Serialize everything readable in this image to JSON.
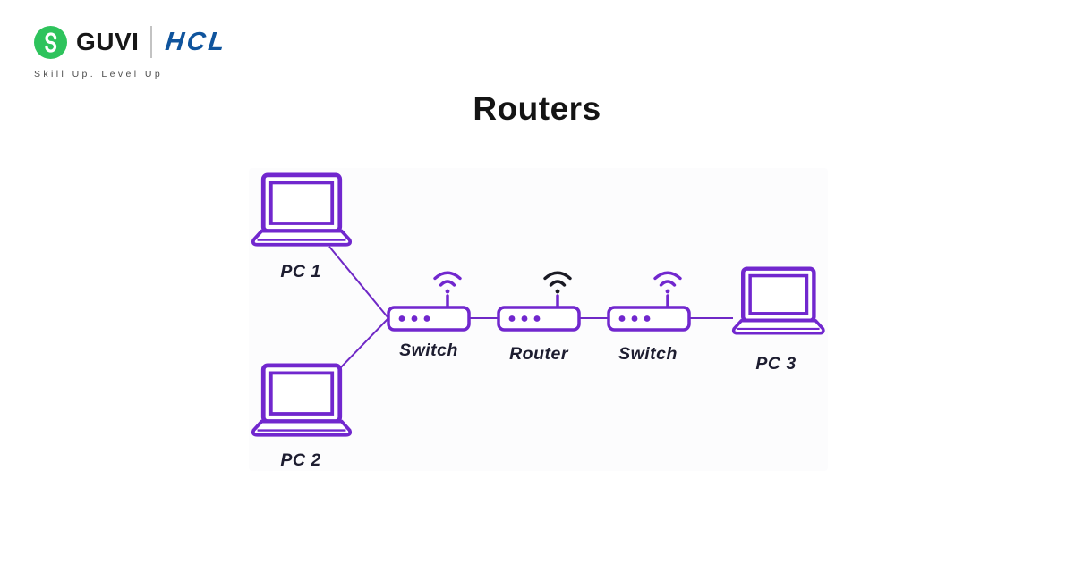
{
  "header": {
    "brand": {
      "guvi": "GUVI",
      "hcl": "HCL",
      "tagline": "Skill Up. Level Up"
    },
    "colors": {
      "guvi_green": "#2EC35C",
      "hcl_blue": "#0F549D"
    }
  },
  "title": "Routers",
  "diagram": {
    "colors": {
      "device_purple": "#7127CE",
      "line_purple": "#6F28C6",
      "router_wifi_black": "#1A1A24",
      "label_dark": "#1D1D30"
    },
    "nodes": {
      "pc1": {
        "label": "PC 1",
        "type": "laptop"
      },
      "pc2": {
        "label": "PC 2",
        "type": "laptop"
      },
      "switch1": {
        "label": "Switch",
        "type": "switch",
        "wifi_color": "purple"
      },
      "router": {
        "label": "Router",
        "type": "router",
        "wifi_color": "black"
      },
      "switch2": {
        "label": "Switch",
        "type": "switch",
        "wifi_color": "purple"
      },
      "pc3": {
        "label": "PC 3",
        "type": "laptop"
      }
    },
    "connections": [
      {
        "from": "PC 1",
        "to": "Switch"
      },
      {
        "from": "PC 2",
        "to": "Switch"
      },
      {
        "from": "Switch",
        "to": "Router"
      },
      {
        "from": "Router",
        "to": "Switch"
      },
      {
        "from": "Switch",
        "to": "PC 3"
      }
    ]
  }
}
